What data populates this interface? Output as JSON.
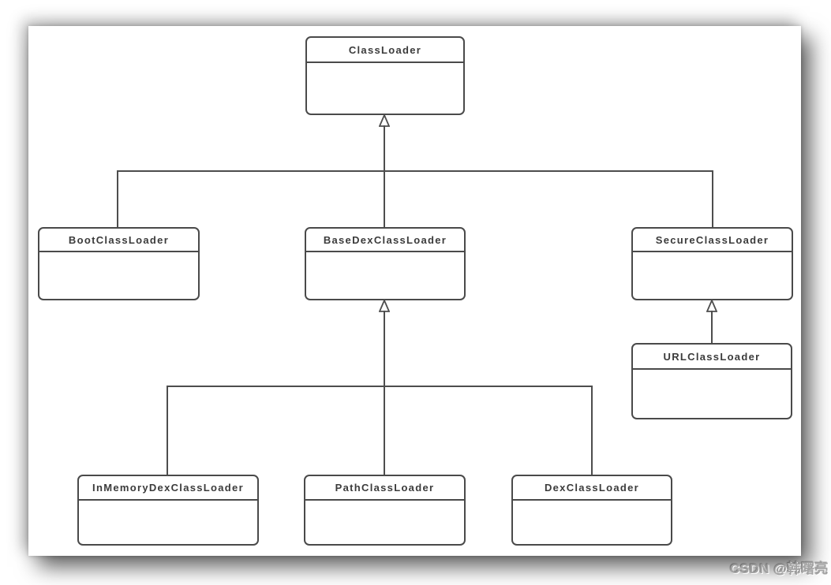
{
  "diagram": {
    "type": "uml-class-diagram",
    "nodes": [
      {
        "id": "classloader",
        "label": "ClassLoader"
      },
      {
        "id": "bootclassloader",
        "label": "BootClassLoader"
      },
      {
        "id": "basedexclassloader",
        "label": "BaseDexClassLoader"
      },
      {
        "id": "secureclassloader",
        "label": "SecureClassLoader"
      },
      {
        "id": "urlclassloader",
        "label": "URLClassLoader"
      },
      {
        "id": "inmemorydexclassloader",
        "label": "InMemoryDexClassLoader"
      },
      {
        "id": "pathclassloader",
        "label": "PathClassLoader"
      },
      {
        "id": "dexclassloader",
        "label": "DexClassLoader"
      }
    ],
    "edges": [
      {
        "from": "BootClassLoader",
        "to": "ClassLoader",
        "type": "generalization"
      },
      {
        "from": "BaseDexClassLoader",
        "to": "ClassLoader",
        "type": "generalization"
      },
      {
        "from": "SecureClassLoader",
        "to": "ClassLoader",
        "type": "generalization"
      },
      {
        "from": "URLClassLoader",
        "to": "SecureClassLoader",
        "type": "generalization"
      },
      {
        "from": "InMemoryDexClassLoader",
        "to": "BaseDexClassLoader",
        "type": "generalization"
      },
      {
        "from": "PathClassLoader",
        "to": "BaseDexClassLoader",
        "type": "generalization"
      },
      {
        "from": "DexClassLoader",
        "to": "BaseDexClassLoader",
        "type": "generalization"
      }
    ]
  },
  "watermark": {
    "text": "CSDN @韩曙亮"
  },
  "colors": {
    "line": "#4d4d4d",
    "box_border": "#4a4a4a",
    "box_fill": "#ffffff",
    "label_text": "#3b3b3b",
    "watermark_text": "#a3a3a3"
  }
}
